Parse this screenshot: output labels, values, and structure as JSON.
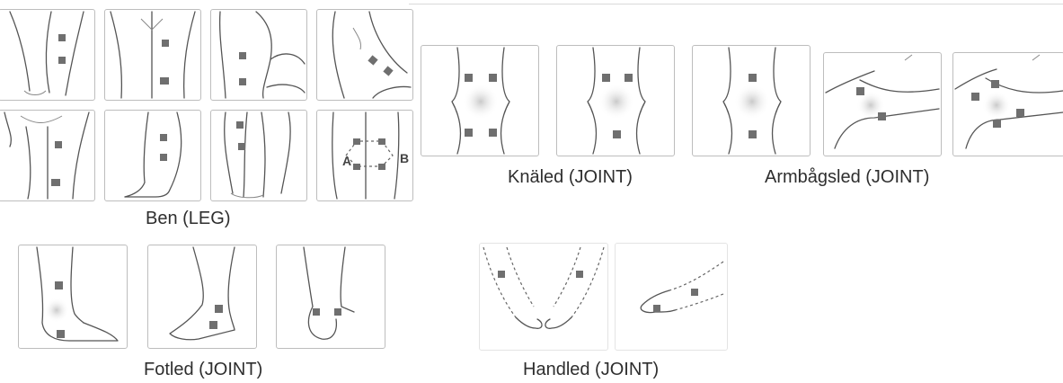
{
  "groups": {
    "leg": {
      "caption": "Ben (LEG)"
    },
    "knee": {
      "caption": "Knäled  (JOINT)"
    },
    "elbow": {
      "caption": "Armbågsled (JOINT)"
    },
    "ankle": {
      "caption": "Fotled (JOINT)"
    },
    "wrist": {
      "caption": "Handled (JOINT)"
    }
  },
  "diagram_labels": {
    "point_a": "A",
    "point_b": "B"
  },
  "colors": {
    "pad": "#6f6f6f",
    "outline": "#555555",
    "border": "#bdbdbd"
  }
}
